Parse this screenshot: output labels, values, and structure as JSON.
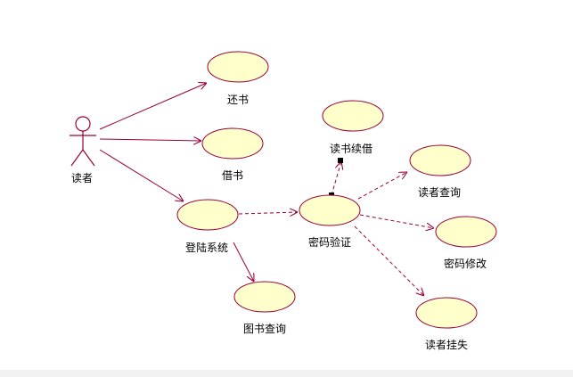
{
  "colors": {
    "line": "#99003a",
    "usecase_fill": "#ffffcc",
    "text": "#000000",
    "background": "#ffffff"
  },
  "actor": {
    "label": "读者"
  },
  "use_cases": {
    "return_book": "还书",
    "borrow_book": "借书",
    "login": "登陆系统",
    "password_verify": "密码验证",
    "renew": "读书续借",
    "reader_query": "读者查询",
    "password_change": "密码修改",
    "report_loss": "读者挂失",
    "book_query": "图书查询"
  }
}
